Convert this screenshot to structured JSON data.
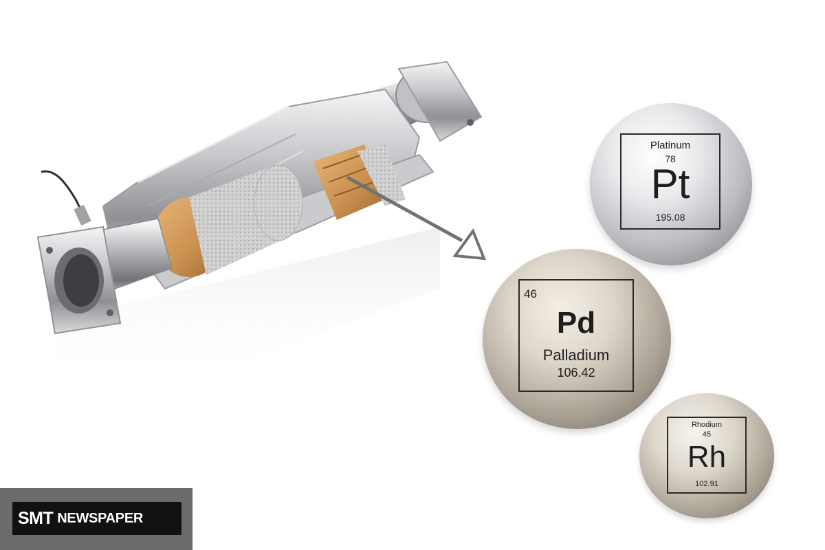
{
  "image": {
    "subject": "catalytic converter cutaway with precious metal element spheres"
  },
  "elements": [
    {
      "id": "pt",
      "name": "Platinum",
      "number": "78",
      "symbol": "Pt",
      "mass": "195.08"
    },
    {
      "id": "pd",
      "name": "Palladium",
      "number": "46",
      "symbol": "Pd",
      "mass": "106.42"
    },
    {
      "id": "rh",
      "name": "Rhodium",
      "number": "45",
      "symbol": "Rh",
      "mass": "102.91"
    }
  ],
  "watermark": {
    "part1": "SMT",
    "part2": "NEWSPAPER",
    "bar_color": "#6b6b6b",
    "box_color": "#111111"
  },
  "icons": [
    "catalytic-converter-icon",
    "arrow-icon"
  ]
}
